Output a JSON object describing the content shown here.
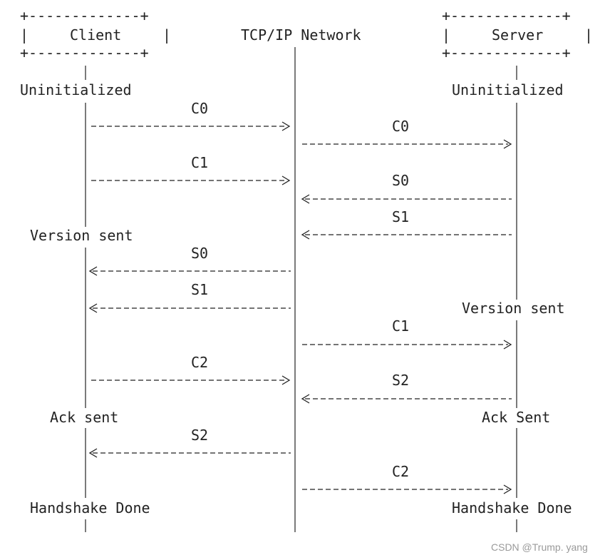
{
  "participants": {
    "client": "Client",
    "network": "TCP/IP Network",
    "server": "Server"
  },
  "states": {
    "client": [
      "Uninitialized",
      "Version sent",
      "Ack sent",
      "Handshake Done"
    ],
    "server": [
      "Uninitialized",
      "Version sent",
      "Ack Sent",
      "Handshake Done"
    ]
  },
  "messages": {
    "client_to_network_c0": "C0",
    "network_to_server_c0": "C0",
    "client_to_network_c1": "C1",
    "server_to_network_s0": "S0",
    "server_to_network_s1": "S1",
    "network_to_client_s0": "S0",
    "network_to_client_s1": "S1",
    "network_to_server_c1": "C1",
    "client_to_network_c2": "C2",
    "server_to_network_s2": "S2",
    "network_to_client_s2": "S2",
    "network_to_server_c2": "C2"
  },
  "watermark": "CSDN @Trump. yang"
}
